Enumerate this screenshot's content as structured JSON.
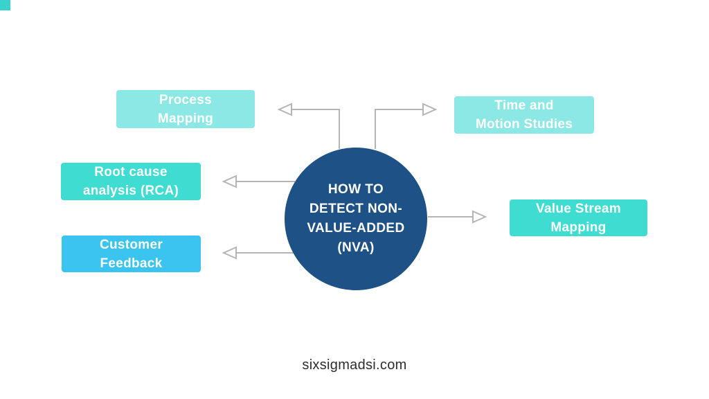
{
  "page": {
    "footer_text": "sixsigmadsi.com",
    "background_color": "#ffffff",
    "accent_color": "#3ad2cc",
    "connector_color": "#b5b5b5"
  },
  "center": {
    "label": "HOW TO DETECT NON-VALUE-ADDED (NVA)",
    "lines": [
      "HOW TO",
      "DETECT NON-",
      "VALUE-ADDED",
      "(NVA)"
    ],
    "color": "#1e5286",
    "text_color": "#ffffff"
  },
  "nodes": [
    {
      "id": "process-mapping",
      "label": "Process Mapping",
      "lines": [
        "Process",
        "Mapping"
      ],
      "color": "#8be8e4"
    },
    {
      "id": "time-and-motion-studies",
      "label": "Time and Motion Studies",
      "lines": [
        "Time and",
        "Motion Studies"
      ],
      "color": "#8be8e4"
    },
    {
      "id": "root-cause-analysis",
      "label": "Root cause analysis (RCA)",
      "lines": [
        "Root cause",
        "analysis (RCA)"
      ],
      "color": "#3fdcd1"
    },
    {
      "id": "customer-feedback",
      "label": "Customer Feedback",
      "lines": [
        "Customer",
        "Feedback"
      ],
      "color": "#3ac4ef"
    },
    {
      "id": "value-stream-mapping",
      "label": "Value Stream Mapping",
      "lines": [
        "Value Stream",
        "Mapping"
      ],
      "color": "#3fdcd1"
    }
  ]
}
